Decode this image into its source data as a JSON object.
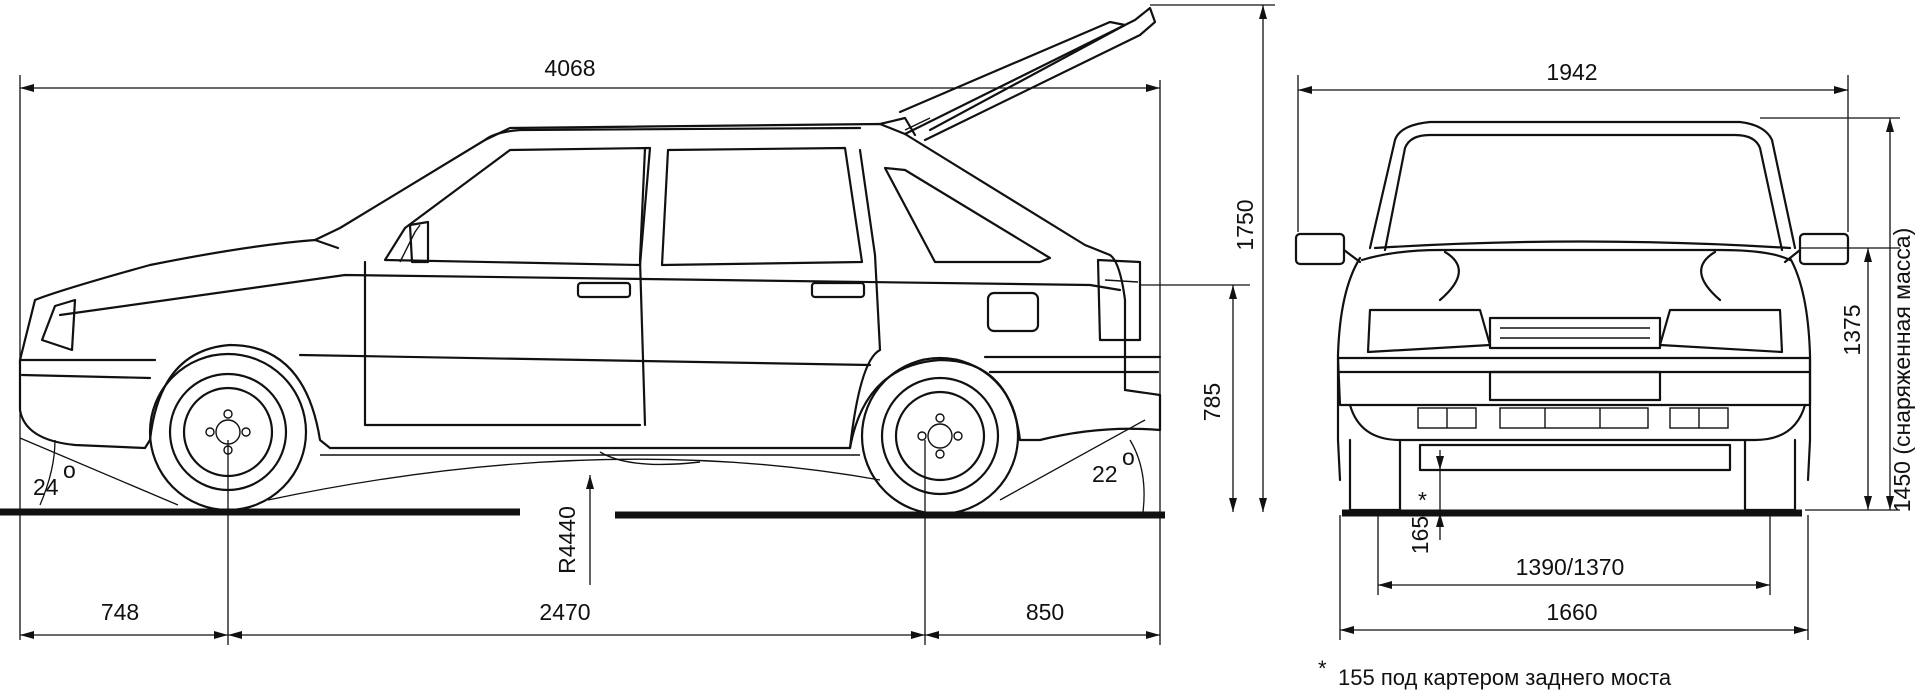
{
  "side_view": {
    "overall_length": "4068",
    "overall_height": "1750",
    "rear_height": "785",
    "approach_angle": "24",
    "departure_angle": "22",
    "ramp_radius": "R4440",
    "front_overhang": "748",
    "wheelbase": "2470",
    "rear_overhang": "850",
    "degree_symbol": "o"
  },
  "front_view": {
    "mirror_width": "1942",
    "height_curb_mass": "1450 (снаряженная масса)",
    "height_1375": "1375",
    "ground_clearance": "165",
    "ground_clearance_mark": "*",
    "track": "1390/1370",
    "overall_width": "1660"
  },
  "footnote": {
    "mark": "*",
    "text": "155 под картером заднего моста"
  }
}
